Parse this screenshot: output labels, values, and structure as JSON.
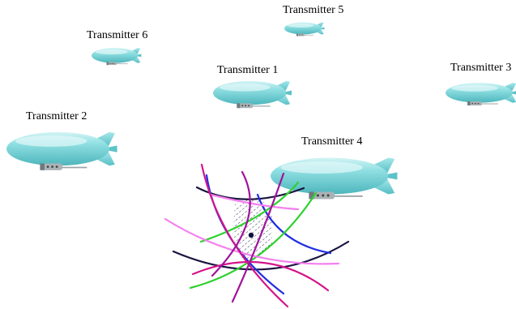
{
  "transmitters": [
    {
      "id": "t5",
      "label": "Transmitter 5"
    },
    {
      "id": "t6",
      "label": "Transmitter 6"
    },
    {
      "id": "t1",
      "label": "Transmitter 1"
    },
    {
      "id": "t3",
      "label": "Transmitter 3"
    },
    {
      "id": "t2",
      "label": "Transmitter 2"
    },
    {
      "id": "t4",
      "label": "Transmitter 4"
    }
  ],
  "colors": {
    "blimp_body": "#7dd8dc",
    "blimp_highlight": "#c9f1f2",
    "blimp_shadow": "#4fb9bf",
    "gondola": "#a9b0b3",
    "curve_black": "#1b1440",
    "curve_blue": "#1f2ee0",
    "curve_green": "#2fd12f",
    "curve_magenta": "#d3148c",
    "curve_pink": "#f47ff0",
    "curve_purple": "#a0139c",
    "estimate_dot": "#101040"
  }
}
